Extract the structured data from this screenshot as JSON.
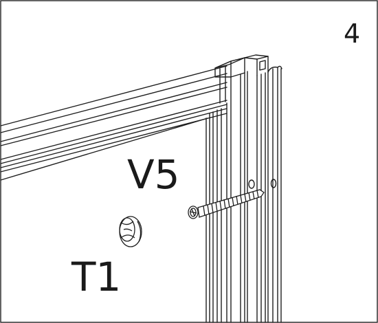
{
  "diagram": {
    "step_number": "4",
    "parts": [
      {
        "id": "screw",
        "label": "V5",
        "icon": "screw-icon"
      },
      {
        "id": "cam",
        "label": "T1",
        "icon": "cam-lock-icon"
      }
    ]
  }
}
